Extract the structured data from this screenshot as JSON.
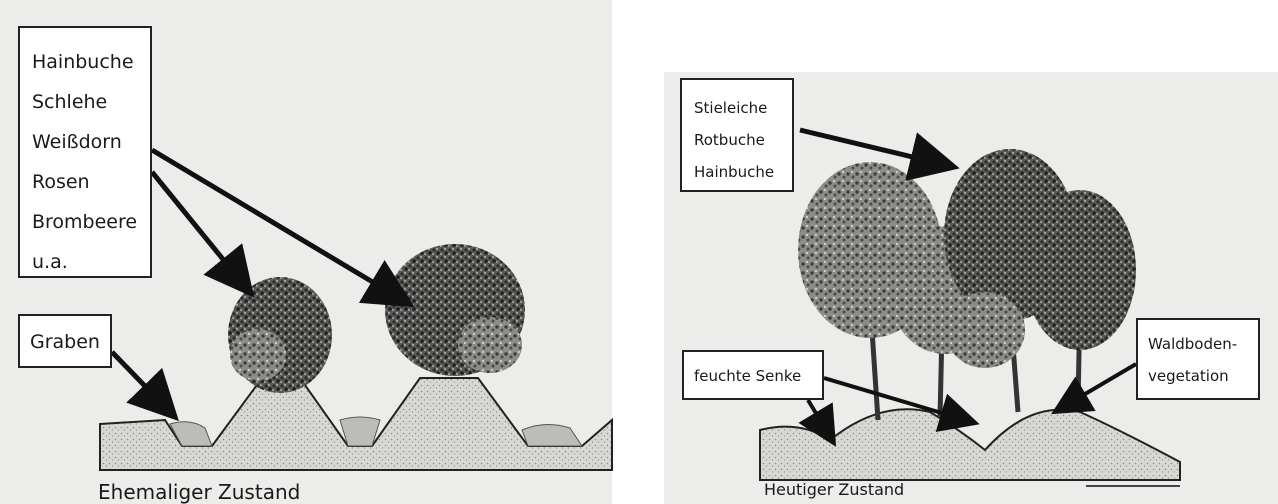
{
  "left_panel": {
    "species_labels": [
      "Hainbuche",
      "Schlehe",
      "Weißdorn",
      "Rosen",
      "Brombeere",
      "u.a."
    ],
    "ditch_label": "Graben",
    "caption": "Ehemaliger Zustand"
  },
  "right_panel": {
    "species_labels": [
      "Stieleiche",
      "Rotbuche",
      "Hainbuche"
    ],
    "depression_label": "feuchte Senke",
    "ground_vegetation_label": [
      "Waldboden-",
      "vegetation"
    ],
    "caption": "Heutiger Zustand"
  },
  "colors": {
    "panel_background": "#ececea",
    "soil": "#d6d6d2",
    "foliage": "#3a3a3a",
    "text": "#1a1a1a"
  }
}
